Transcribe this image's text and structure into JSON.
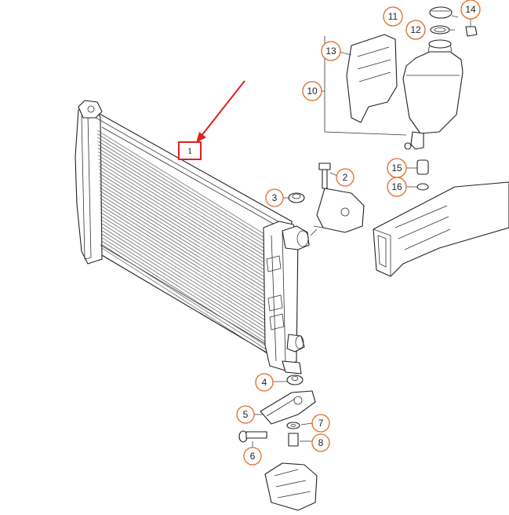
{
  "callouts": [
    {
      "id": "1",
      "label": "1",
      "style": "box"
    },
    {
      "id": "2",
      "label": "2"
    },
    {
      "id": "3",
      "label": "3"
    },
    {
      "id": "4",
      "label": "4"
    },
    {
      "id": "5",
      "label": "5"
    },
    {
      "id": "6",
      "label": "6"
    },
    {
      "id": "7",
      "label": "7"
    },
    {
      "id": "8",
      "label": "8"
    },
    {
      "id": "10",
      "label": "10"
    },
    {
      "id": "11",
      "label": "11"
    },
    {
      "id": "12",
      "label": "12"
    },
    {
      "id": "13",
      "label": "13"
    },
    {
      "id": "14",
      "label": "14"
    },
    {
      "id": "15",
      "label": "15"
    },
    {
      "id": "16",
      "label": "16"
    }
  ],
  "colors": {
    "highlight": "#e02020",
    "callout_ring": "#e06a2a",
    "line": "#222222",
    "background": "#ffffff"
  }
}
